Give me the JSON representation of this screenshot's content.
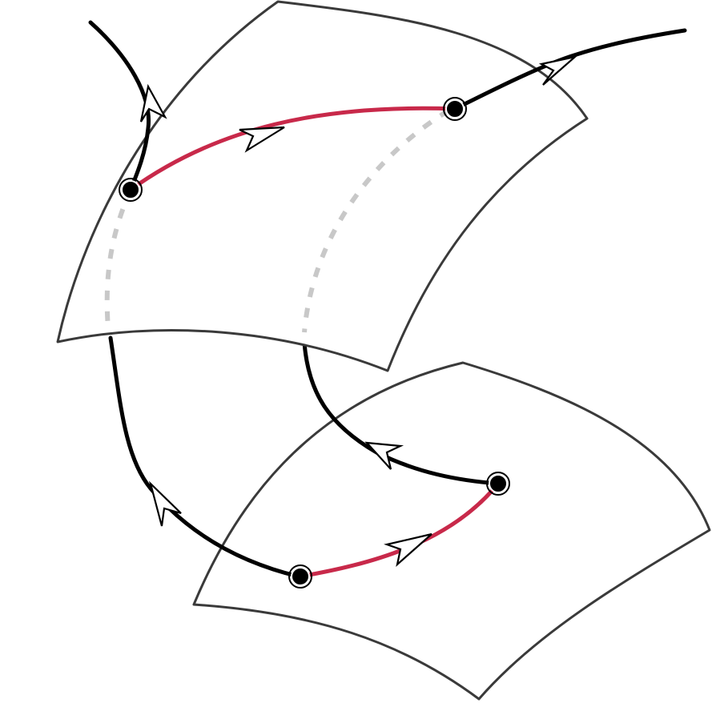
{
  "diagram": {
    "colors": {
      "sheet_fill": "#ffffff",
      "sheet_stroke": "#3a3a3a",
      "worldline": "#000000",
      "connection": "#c8294a",
      "hidden_segment": "#c8c8c8",
      "arrowhead_fill": "#ffffff"
    },
    "sheets": [
      {
        "name": "upper-sheet"
      },
      {
        "name": "lower-sheet"
      }
    ],
    "nodes": [
      {
        "name": "upper-left-node"
      },
      {
        "name": "upper-right-node"
      },
      {
        "name": "lower-left-node"
      },
      {
        "name": "lower-right-node"
      }
    ],
    "connections": [
      {
        "name": "upper-red-connection",
        "direction": "left-to-right"
      },
      {
        "name": "lower-red-connection",
        "direction": "left-to-right"
      }
    ],
    "worldlines": [
      {
        "name": "top-left-black-path",
        "direction": "upward"
      },
      {
        "name": "top-right-black-path",
        "direction": "outward"
      },
      {
        "name": "left-connecting-black-path",
        "direction": "upward"
      },
      {
        "name": "right-connecting-black-path",
        "direction": "upward"
      }
    ],
    "hidden_segments": [
      {
        "name": "left-dashed-segment"
      },
      {
        "name": "right-dashed-segment"
      }
    ]
  }
}
